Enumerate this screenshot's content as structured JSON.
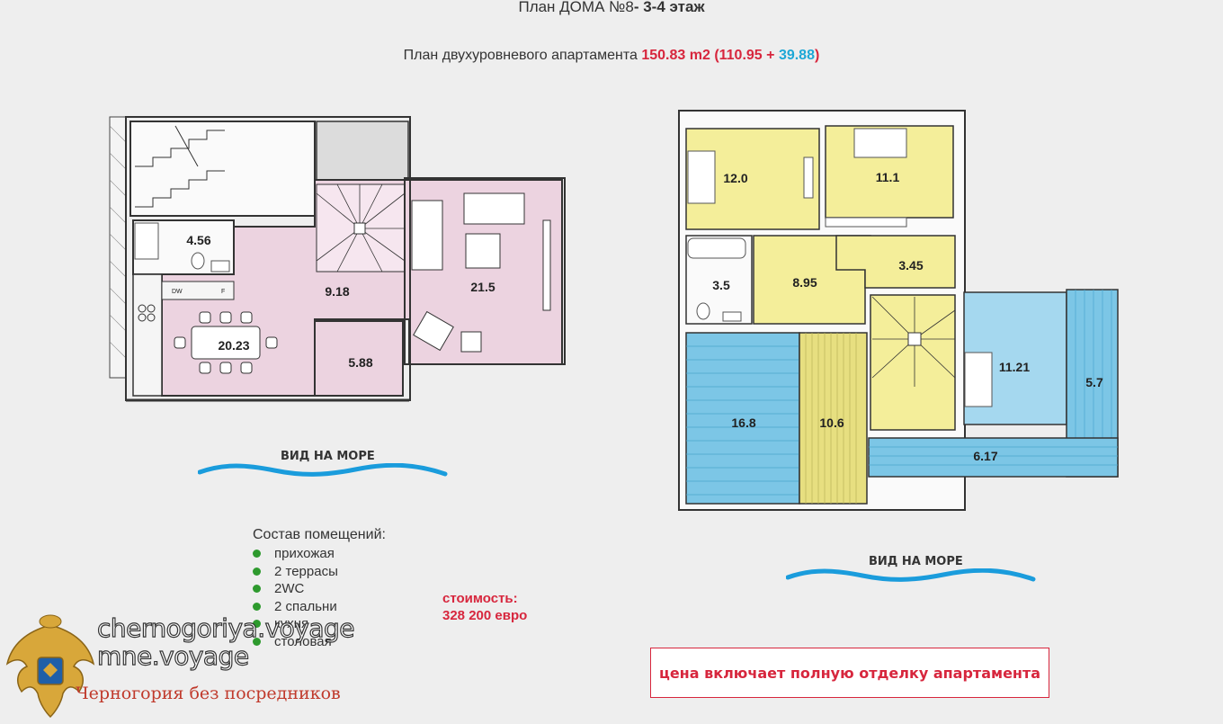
{
  "header": {
    "title_prefix": "План ДОМА №8",
    "title_bold": "- 3-4 этаж",
    "subtitle_text": "План двухуровневого апартамента ",
    "total_area": "150.83 m2 (110.95 + ",
    "upper_area": "39.88",
    "close_paren": ")"
  },
  "plan_lower": {
    "rooms": [
      "4.56",
      "9.18",
      "21.5",
      "20.23",
      "5.88"
    ],
    "appliance_labels": [
      "DW",
      "F"
    ],
    "sea_view": "ВИД НА МОРЕ"
  },
  "plan_upper": {
    "rooms": [
      "12.0",
      "11.1",
      "3.45",
      "3.5",
      "8.95",
      "11.21",
      "5.7",
      "16.8",
      "10.6",
      "6.17"
    ],
    "sea_view": "ВИД НА МОРЕ"
  },
  "composition": {
    "heading": "Состав помещений:",
    "items": [
      "прихожая",
      "2 террасы",
      "2WC",
      "2 спальни",
      "кухня",
      "столовая"
    ]
  },
  "price": {
    "label": "стоимость:",
    "value": "328 200 евро"
  },
  "notice": "цена включает полную отделку апартамента",
  "watermark": {
    "line1": "chernogoriya.voyage",
    "line2": "mne.voyage",
    "tagline": "Черногория без посредников"
  },
  "colors": {
    "pink": "#ecd3e0",
    "yellow": "#f4ee9a",
    "blue": "#a5d8ef",
    "red": "#d7263d",
    "cyan": "#1ea7d6",
    "wave": "#1a9cdc",
    "bullet": "#2e9a2e"
  }
}
